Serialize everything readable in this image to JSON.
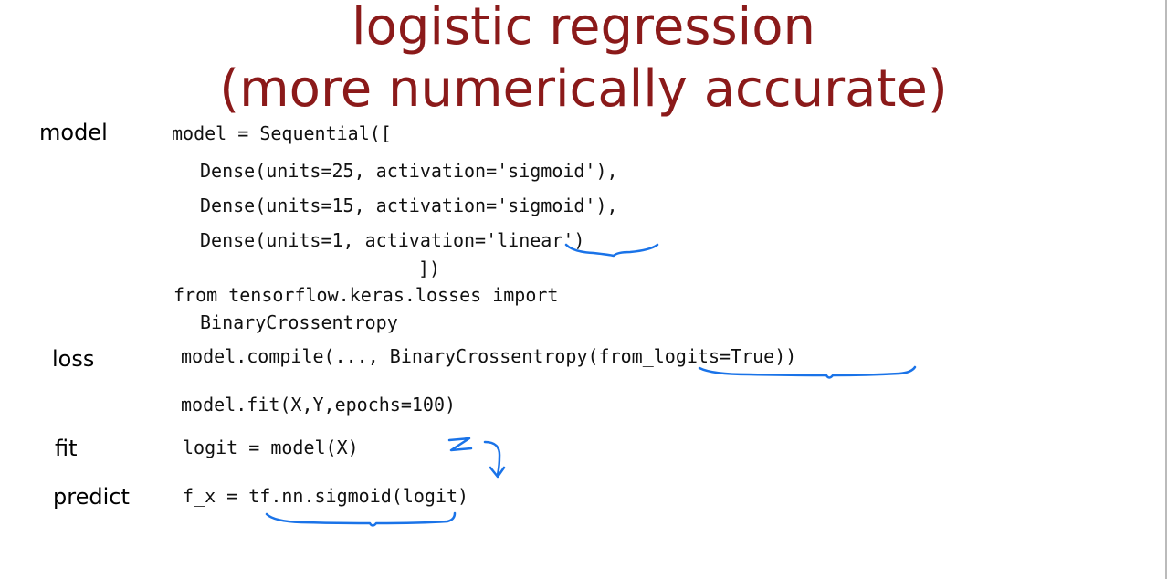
{
  "title": {
    "line1": "logistic regression",
    "line2": "(more numerically accurate)"
  },
  "labels": {
    "model": "model",
    "loss": "loss",
    "fit": "fit",
    "predict": "predict"
  },
  "code": {
    "model_line1": "model = Sequential([",
    "model_line2": "Dense(units=25, activation='sigmoid'),",
    "model_line3": "Dense(units=15, activation='sigmoid'),",
    "model_line4": "Dense(units=1, activation='linear')",
    "model_line5": "])",
    "import_line1": "from tensorflow.keras.losses import",
    "import_line2": "BinaryCrossentropy",
    "compile_line": "model.compile(..., BinaryCrossentropy(from_logits=True))",
    "fit_line": "model.fit(X,Y,epochs=100)",
    "logit_line": "logit = model(X)",
    "predict_line": "f_x = tf.nn.sigmoid(logit)"
  },
  "annotations": {
    "handwritten_z": "z",
    "ink_color": "#1a73e8"
  }
}
